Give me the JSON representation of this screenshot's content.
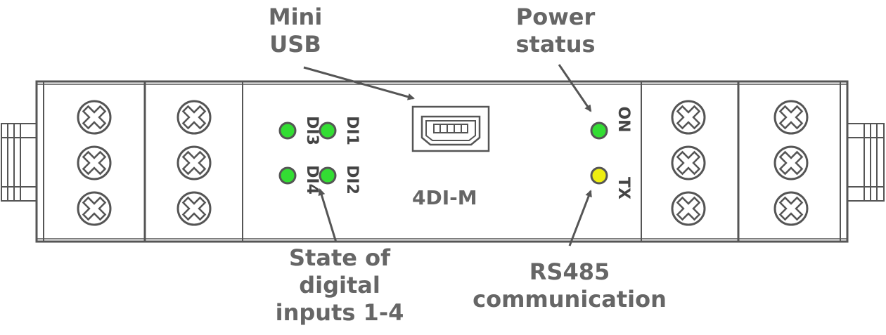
{
  "device": {
    "model": "4DI-M"
  },
  "callouts": {
    "usb": [
      "Mini",
      "USB"
    ],
    "power": [
      "Power",
      "status"
    ],
    "inputs": [
      "State of",
      "digital",
      "inputs 1-4"
    ],
    "rs485": [
      "RS485",
      "communication"
    ]
  },
  "leds": {
    "di3": {
      "label": "DI3",
      "color": "#33dd33"
    },
    "di1": {
      "label": "DI1",
      "color": "#33dd33"
    },
    "di4": {
      "label": "DI4",
      "color": "#33dd33"
    },
    "di2": {
      "label": "DI2",
      "color": "#33dd33"
    },
    "on": {
      "label": "ON",
      "color": "#33dd33"
    },
    "tx": {
      "label": "TX",
      "color": "#eeee11"
    }
  },
  "colors": {
    "outline": "#555555",
    "text": "#666666"
  }
}
